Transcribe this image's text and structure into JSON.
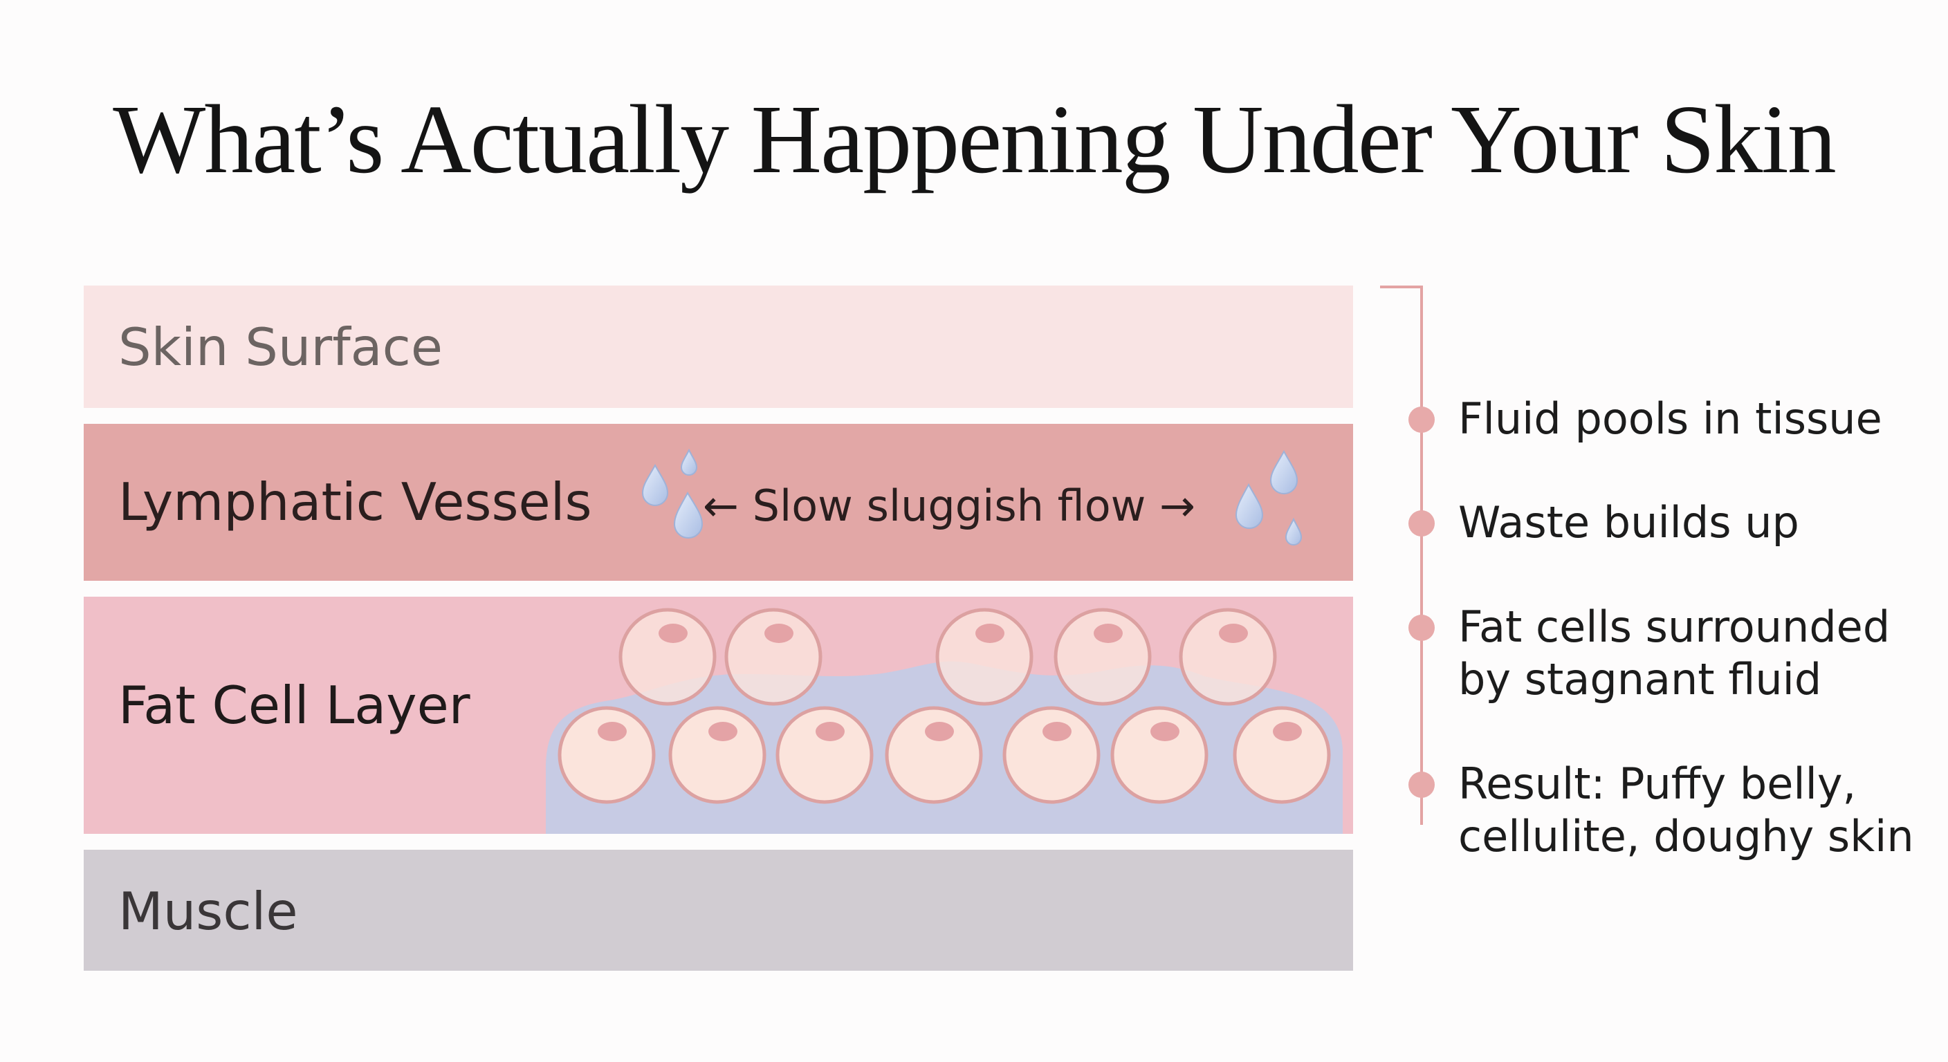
{
  "title": "What’s Actually Happening Under Your Skin",
  "layers": {
    "skin_surface": "Skin Surface",
    "lymphatic_vessels": "Lymphatic Vessels",
    "fat_cell_layer": "Fat Cell Layer",
    "muscle": "Muscle"
  },
  "flow_label": "← Slow sluggish flow →",
  "bullets": [
    {
      "line1": "Fluid pools in tissue",
      "line2": ""
    },
    {
      "line1": "Waste builds up",
      "line2": ""
    },
    {
      "line1": "Fat cells surrounded",
      "line2": "by stagnant fluid"
    },
    {
      "line1": "Result: Puffy belly,",
      "line2": "cellulite, doughy skin"
    }
  ],
  "colors": {
    "skin_surface": "#f9e4e4",
    "lymphatic_vessels": "#e2a7a6",
    "fat_cell_layer": "#f0bfc8",
    "muscle": "#d1ccd2",
    "stagnant_fluid": "#c4cbe6",
    "fat_cell": "#fbe4dc",
    "accent": "#e3a3a3"
  },
  "icons": [
    "water-drop-icon",
    "fat-cell-icon",
    "bullet-dot-icon"
  ]
}
